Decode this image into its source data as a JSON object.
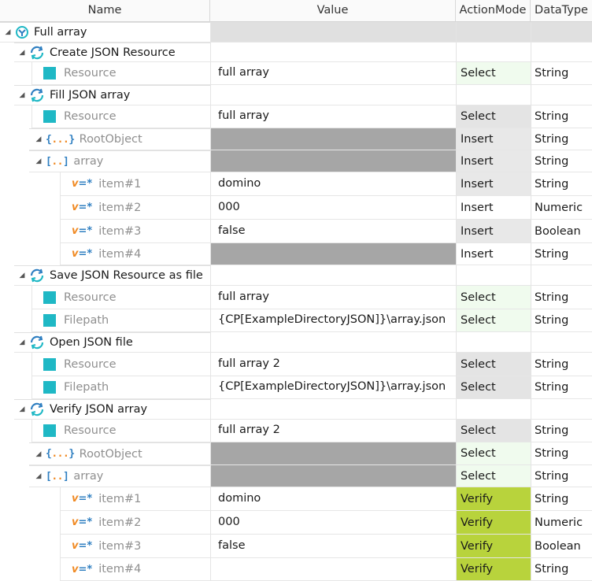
{
  "columns": {
    "name": "Name",
    "value": "Value",
    "action_mode": "ActionMode",
    "data_type": "DataType"
  },
  "colors": {
    "accent_teal": "#1fb8c5",
    "icon_blue": "#2f7fc1",
    "icon_orange": "#f08a24",
    "verify_green": "#b8d33c",
    "disabled_gray": "#a6a6a6"
  },
  "rows": [
    {
      "level": 0,
      "kind": "root",
      "icon": "test-root-icon",
      "name": "Full array",
      "value": "",
      "mode": "",
      "type": "",
      "vstyle": "light",
      "mstyle": "light"
    },
    {
      "level": 1,
      "kind": "module",
      "icon": "refresh-icon",
      "name": "Create JSON Resource",
      "value": "",
      "mode": "",
      "type": "",
      "vstyle": "white",
      "mstyle": "none"
    },
    {
      "level": 2,
      "kind": "param",
      "icon": "square-icon",
      "name": "Resource",
      "value": "full array",
      "mode": "Select",
      "type": "String",
      "vstyle": "white",
      "mstyle": "selg"
    },
    {
      "level": 1,
      "kind": "module",
      "icon": "refresh-icon",
      "name": "Fill JSON array",
      "value": "",
      "mode": "",
      "type": "",
      "vstyle": "white",
      "mstyle": "none"
    },
    {
      "level": 2,
      "kind": "param",
      "icon": "square-icon",
      "name": "Resource",
      "value": "full array",
      "mode": "Select",
      "type": "String",
      "vstyle": "white",
      "mstyle": "sel"
    },
    {
      "level": 2,
      "kind": "object",
      "icon": "object-braces-icon",
      "name": "RootObject",
      "value": "",
      "mode": "Insert",
      "type": "String",
      "vstyle": "gray",
      "mstyle": "ins"
    },
    {
      "level": 3,
      "kind": "array",
      "icon": "array-brackets-icon",
      "name": "array",
      "value": "",
      "mode": "Insert",
      "type": "String",
      "vstyle": "gray",
      "mstyle": "ins"
    },
    {
      "level": 4,
      "kind": "item",
      "icon": "value-star-icon",
      "name": "item#1",
      "value": "domino",
      "mode": "Insert",
      "type": "String",
      "vstyle": "white",
      "mstyle": "ins"
    },
    {
      "level": 4,
      "kind": "item",
      "icon": "value-star-icon",
      "name": "item#2",
      "value": "000",
      "mode": "Insert",
      "type": "Numeric",
      "vstyle": "white",
      "mstyle": "none"
    },
    {
      "level": 4,
      "kind": "item",
      "icon": "value-star-icon",
      "name": "item#3",
      "value": "false",
      "mode": "Insert",
      "type": "Boolean",
      "vstyle": "white",
      "mstyle": "ins"
    },
    {
      "level": 4,
      "kind": "item",
      "icon": "value-star-icon",
      "name": "item#4",
      "value": "",
      "mode": "Insert",
      "type": "String",
      "vstyle": "gray",
      "mstyle": "none"
    },
    {
      "level": 1,
      "kind": "module",
      "icon": "refresh-icon",
      "name": "Save JSON Resource as file",
      "value": "",
      "mode": "",
      "type": "",
      "vstyle": "white",
      "mstyle": "none"
    },
    {
      "level": 2,
      "kind": "param",
      "icon": "square-icon",
      "name": "Resource",
      "value": "full array",
      "mode": "Select",
      "type": "String",
      "vstyle": "white",
      "mstyle": "selg"
    },
    {
      "level": 2,
      "kind": "param",
      "icon": "square-icon",
      "name": "Filepath",
      "value": "{CP[ExampleDirectoryJSON]}\\array.json",
      "mode": "Select",
      "type": "String",
      "vstyle": "white",
      "mstyle": "selg"
    },
    {
      "level": 1,
      "kind": "module",
      "icon": "refresh-icon",
      "name": "Open JSON file",
      "value": "",
      "mode": "",
      "type": "",
      "vstyle": "white",
      "mstyle": "none"
    },
    {
      "level": 2,
      "kind": "param",
      "icon": "square-icon",
      "name": "Resource",
      "value": "full array 2",
      "mode": "Select",
      "type": "String",
      "vstyle": "white",
      "mstyle": "sel"
    },
    {
      "level": 2,
      "kind": "param",
      "icon": "square-icon",
      "name": "Filepath",
      "value": "{CP[ExampleDirectoryJSON]}\\array.json",
      "mode": "Select",
      "type": "String",
      "vstyle": "white",
      "mstyle": "sel"
    },
    {
      "level": 1,
      "kind": "module",
      "icon": "refresh-icon",
      "name": "Verify JSON array",
      "value": "",
      "mode": "",
      "type": "",
      "vstyle": "white",
      "mstyle": "none"
    },
    {
      "level": 2,
      "kind": "param",
      "icon": "square-icon",
      "name": "Resource",
      "value": "full array 2",
      "mode": "Select",
      "type": "String",
      "vstyle": "white",
      "mstyle": "sel"
    },
    {
      "level": 2,
      "kind": "object",
      "icon": "object-braces-icon",
      "name": "RootObject",
      "value": "",
      "mode": "Select",
      "type": "String",
      "vstyle": "gray",
      "mstyle": "selg"
    },
    {
      "level": 3,
      "kind": "array",
      "icon": "array-brackets-icon",
      "name": "array",
      "value": "",
      "mode": "Select",
      "type": "String",
      "vstyle": "gray",
      "mstyle": "selg"
    },
    {
      "level": 4,
      "kind": "item",
      "icon": "value-star-icon",
      "name": "item#1",
      "value": "domino",
      "mode": "Verify",
      "type": "String",
      "vstyle": "white",
      "mstyle": "ver"
    },
    {
      "level": 4,
      "kind": "item",
      "icon": "value-star-icon",
      "name": "item#2",
      "value": "000",
      "mode": "Verify",
      "type": "Numeric",
      "vstyle": "white",
      "mstyle": "ver"
    },
    {
      "level": 4,
      "kind": "item",
      "icon": "value-star-icon",
      "name": "item#3",
      "value": "false",
      "mode": "Verify",
      "type": "Boolean",
      "vstyle": "white",
      "mstyle": "ver"
    },
    {
      "level": 4,
      "kind": "item",
      "icon": "value-star-icon",
      "name": "item#4",
      "value": "",
      "mode": "Verify",
      "type": "String",
      "vstyle": "white",
      "mstyle": "ver"
    }
  ]
}
